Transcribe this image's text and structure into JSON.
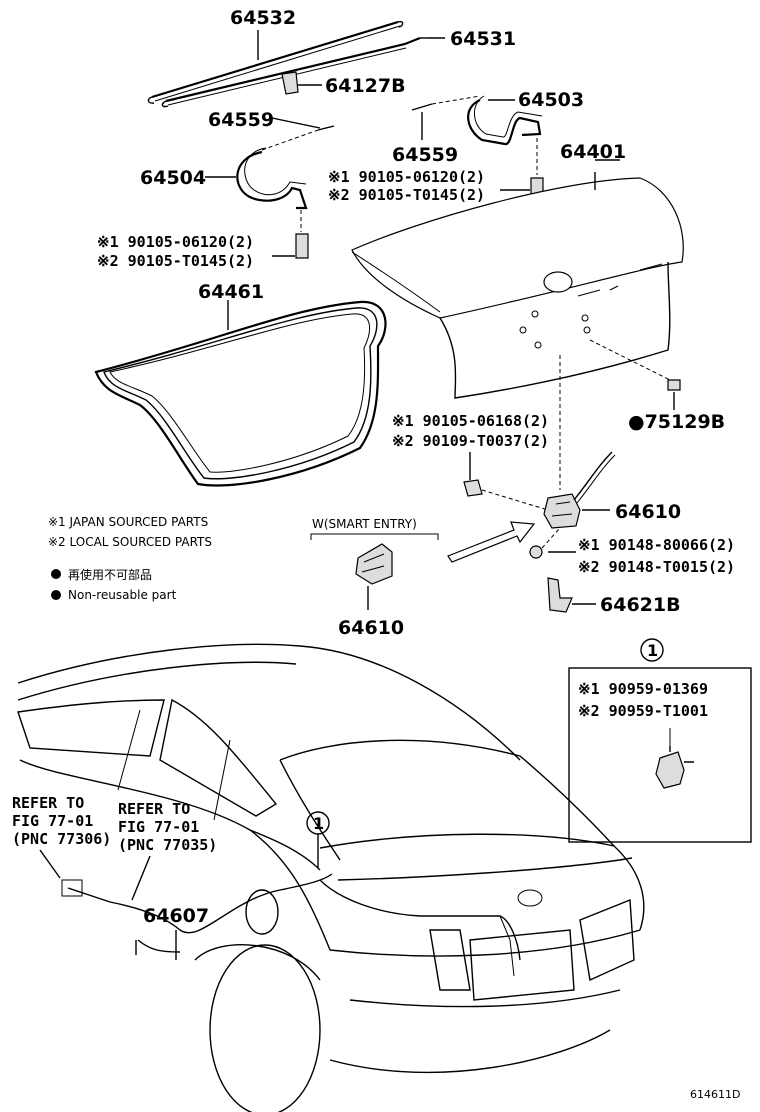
{
  "parts": {
    "p64532": "64532",
    "p64531": "64531",
    "p64127B": "64127B",
    "p64503": "64503",
    "p64559a": "64559",
    "p64559b": "64559",
    "p64401": "64401",
    "p64504": "64504",
    "bolt_right_1": "※1 90105-06120(2)",
    "bolt_right_2": "※2 90105-T0145(2)",
    "bolt_left_1": "※1 90105-06120(2)",
    "bolt_left_2": "※2 90105-T0145(2)",
    "p64461": "64461",
    "lock_bolt_1": "※1 90105-06168(2)",
    "lock_bolt_2": "※2 90109-T0037(2)",
    "p75129B": "●75129B",
    "p64610": "64610",
    "p64610b": "64610",
    "clip_1": "※1 90148-80066(2)",
    "clip_2": "※2 90148-T0015(2)",
    "p64621B": "64621B",
    "smart_entry": "W(SMART ENTRY)",
    "p64607": "64607",
    "inset_num": "1",
    "car_callout": "1",
    "inset_1": "※1 90959-01369",
    "inset_2": "※2 90959-T1001"
  },
  "notes": {
    "japan": "※1 JAPAN SOURCED PARTS",
    "local": "※2 LOCAL SOURCED PARTS",
    "nonreuse_jp": "再使用不可部品",
    "nonreuse_en": "Non-reusable part"
  },
  "refs": {
    "ref1_line1": "REFER TO",
    "ref1_line2": "FIG 77-01",
    "ref1_line3": "(PNC 77306)",
    "ref2_line1": "REFER TO",
    "ref2_line2": "FIG 77-01",
    "ref2_line3": "(PNC 77035)"
  },
  "diagram_code": "614611D"
}
